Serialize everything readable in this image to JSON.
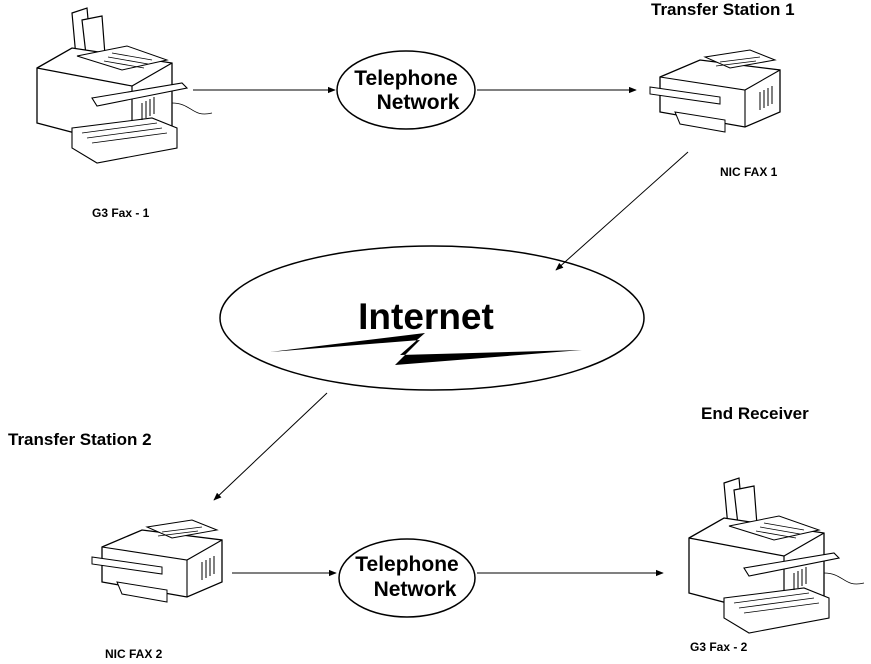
{
  "nodes": {
    "g3_fax_1": "G3 Fax - 1",
    "transfer_station_1": "Transfer Station 1",
    "nic_fax_1": "NIC FAX 1",
    "transfer_station_2": "Transfer Station 2",
    "nic_fax_2": "NIC FAX 2",
    "end_receiver": "End Receiver",
    "g3_fax_2": "G3 Fax - 2"
  },
  "networks": {
    "telephone_top": [
      "Telephone",
      "Network"
    ],
    "internet": "Internet",
    "telephone_bottom": [
      "Telephone",
      "Network"
    ]
  }
}
